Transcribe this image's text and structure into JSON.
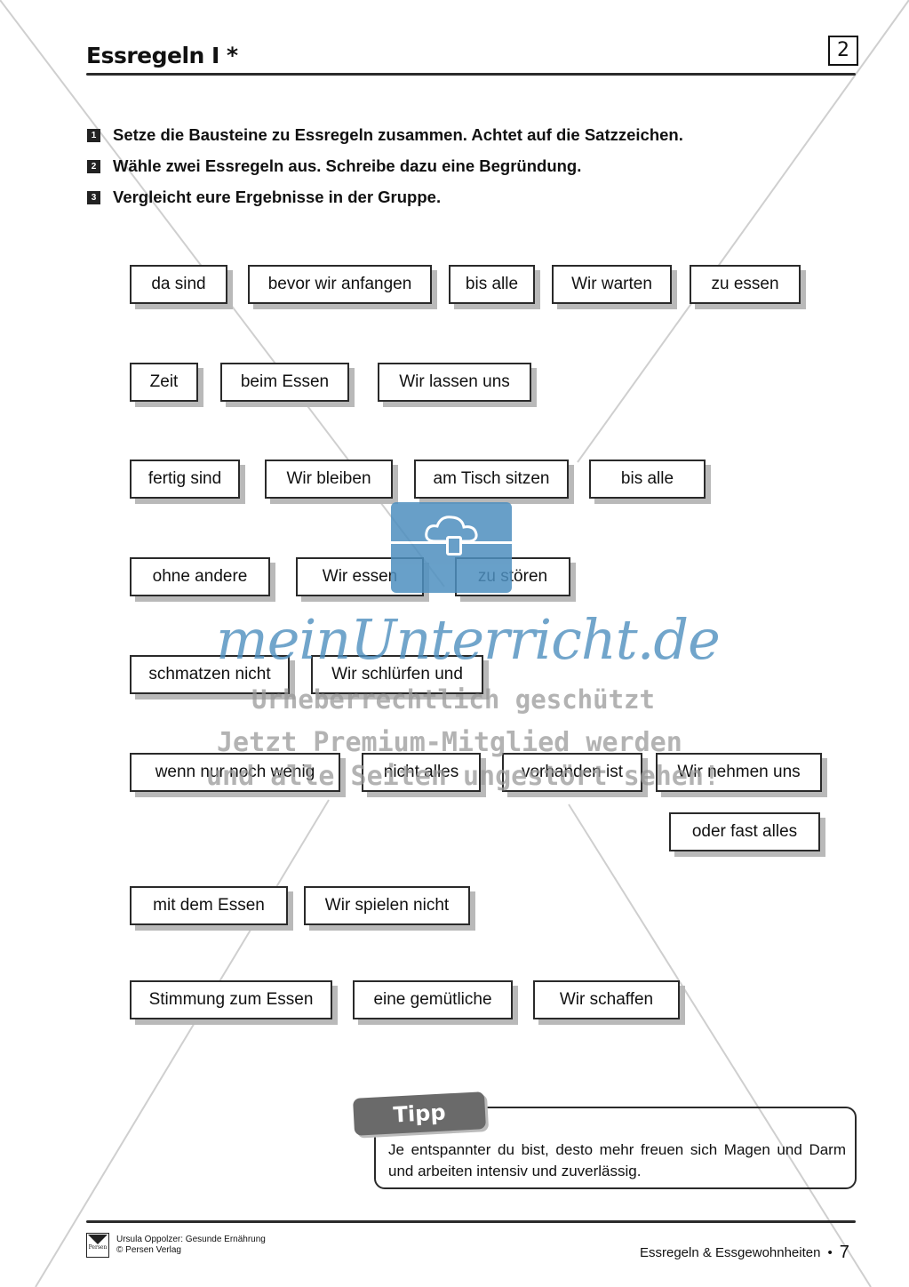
{
  "header": {
    "title": "Essregeln I *",
    "page_box": "2"
  },
  "tasks": [
    {
      "num": "1",
      "text": "Setze die Bausteine zu Essregeln zusammen. Achtet auf die Satzzeichen."
    },
    {
      "num": "2",
      "text": "Wähle zwei Essregeln aus. Schreibe dazu eine Begründung."
    },
    {
      "num": "3",
      "text": "Vergleicht eure Ergebnisse in der Gruppe."
    }
  ],
  "cards": [
    "da sind",
    "bevor wir anfangen",
    "bis alle",
    "Wir warten",
    "zu essen",
    "Zeit",
    "beim Essen",
    "Wir lassen uns",
    "fertig sind",
    "Wir bleiben",
    "am Tisch sitzen",
    "bis alle",
    "ohne andere",
    "Wir essen",
    "zu stören",
    "schmatzen nicht",
    "Wir schlürfen und",
    "wenn nur noch wenig",
    "nicht alles",
    "vorhanden ist",
    "Wir nehmen uns",
    "oder fast alles",
    "mit dem Essen",
    "Wir spielen nicht",
    "Stimmung zum Essen",
    "eine gemütliche",
    "Wir schaffen"
  ],
  "watermark": {
    "logo": "meinUnterricht.de",
    "line1": "Urheberrechtlich geschützt",
    "line2": "Jetzt Premium-Mitglied werden",
    "line3": "und alle Seiten ungestört sehen!"
  },
  "tipp": {
    "label": "Tipp",
    "text": "Je entspannter du bist, desto mehr freuen sich Magen und Darm und arbeiten intensiv und zuverlässig."
  },
  "footer": {
    "publisher_logo": "Persen",
    "author_line": "Ursula Oppolzer: Gesunde Ernährung",
    "copyright": "© Persen Verlag",
    "section": "Essregeln & Essgewohnheiten",
    "bullet": "•",
    "page": "7"
  }
}
